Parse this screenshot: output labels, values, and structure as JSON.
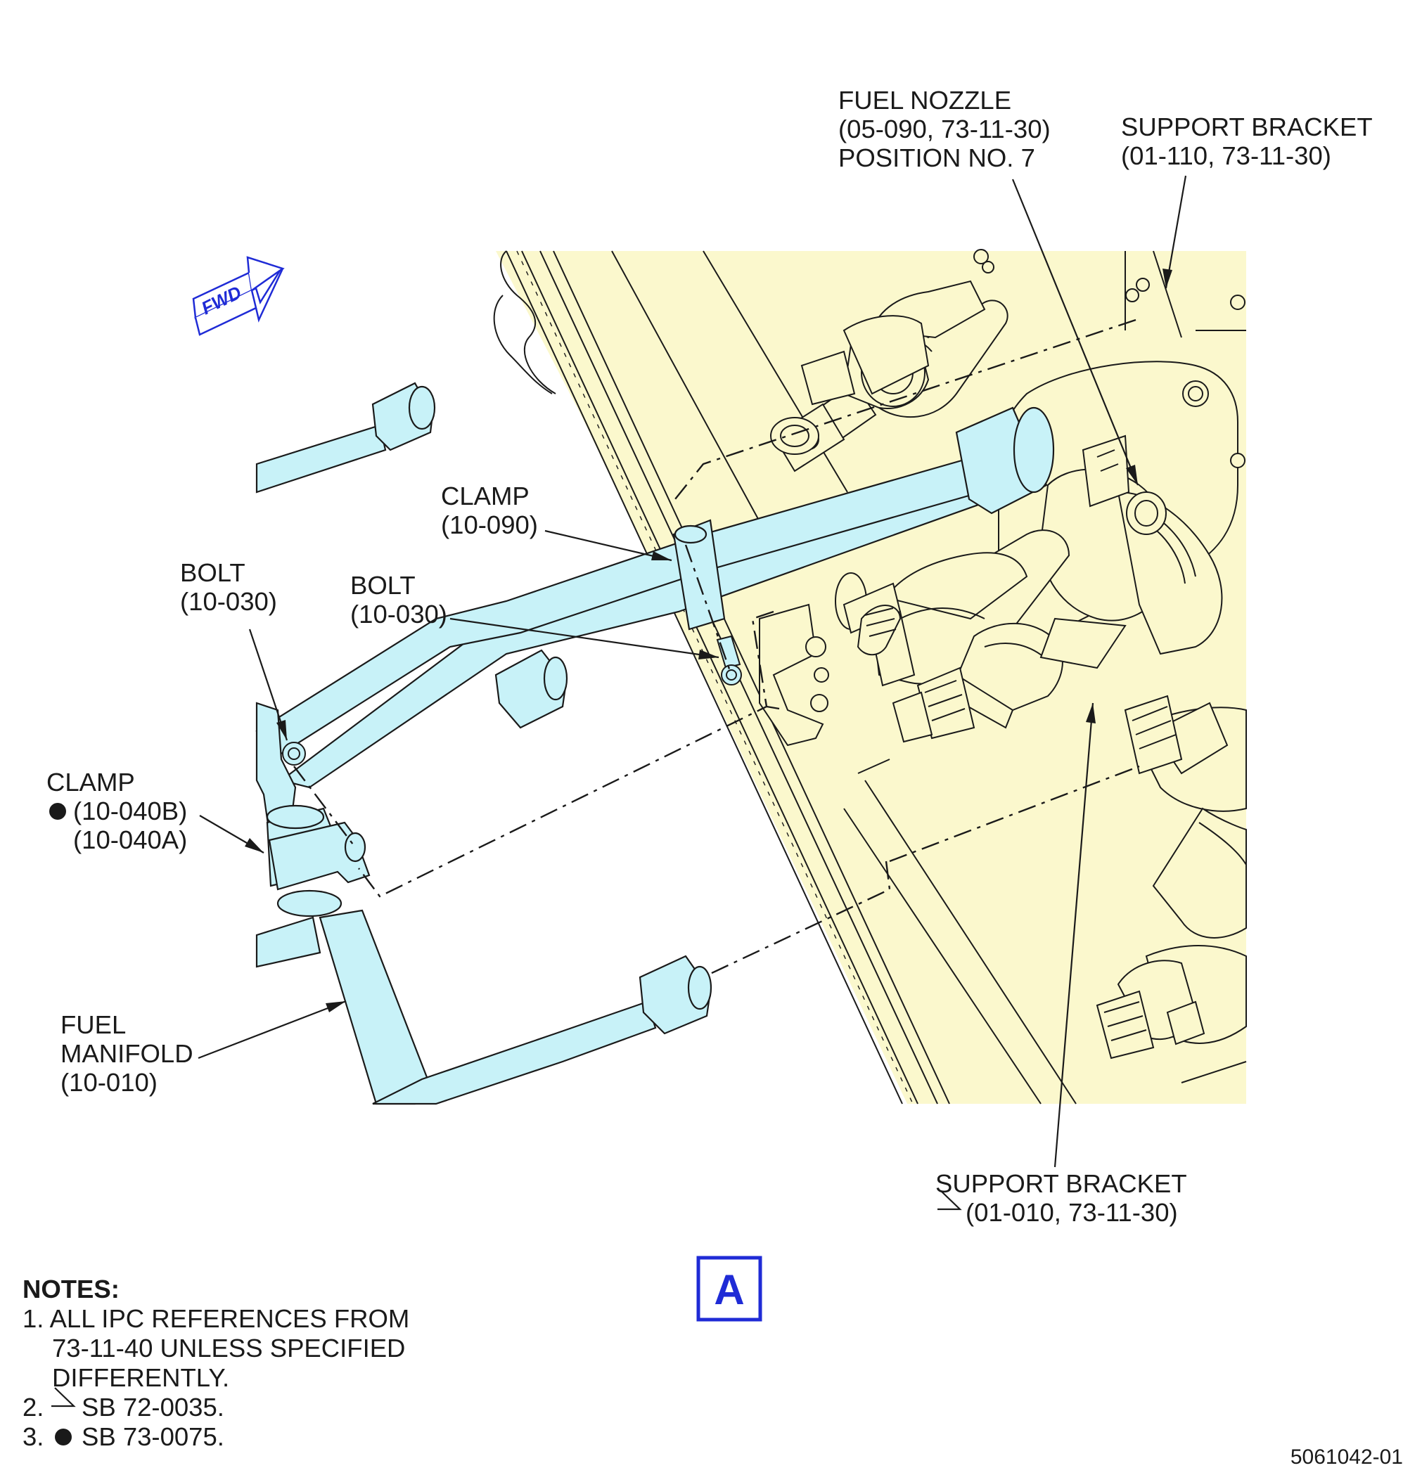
{
  "labels": {
    "fuel_nozzle": [
      "FUEL NOZZLE",
      "(05-090, 73-11-30)",
      "POSITION NO. 7"
    ],
    "support_bracket_top": [
      "SUPPORT BRACKET",
      "(01-110, 73-11-30)"
    ],
    "clamp_upper": [
      "CLAMP",
      "(10-090)"
    ],
    "bolt_left": [
      "BOLT",
      "(10-030)"
    ],
    "bolt_center": [
      "BOLT",
      "(10-030)"
    ],
    "clamp_lower": [
      "CLAMP",
      "(10-040B)",
      "(10-040A)"
    ],
    "fuel_manifold": [
      "FUEL",
      "MANIFOLD",
      "(10-010)"
    ],
    "support_bracket_bottom": [
      "SUPPORT BRACKET",
      "(01-010, 73-11-30)"
    ]
  },
  "fwd_arrow": {
    "text": "FWD",
    "color": "#1f2bd6"
  },
  "view": {
    "letter": "A",
    "color": "#1f2bd6"
  },
  "notes": {
    "title": "NOTES:",
    "lines": [
      "1. ALL IPC REFERENCES FROM",
      "73-11-40 UNLESS SPECIFIED",
      "DIFFERENTLY.",
      "2.",
      "SB 72-0035.",
      "3.",
      "SB 73-0075."
    ]
  },
  "figure_id": "5061042-01",
  "colors": {
    "engine_background": "#fbf8cd",
    "tube": "#c8f2f8",
    "ink": "#1a1a1a",
    "accent_blue": "#1f2bd6"
  },
  "symbols": {
    "sb_72_0035": "triangle-mark-icon",
    "sb_73_0075": "filled-circle-icon"
  }
}
